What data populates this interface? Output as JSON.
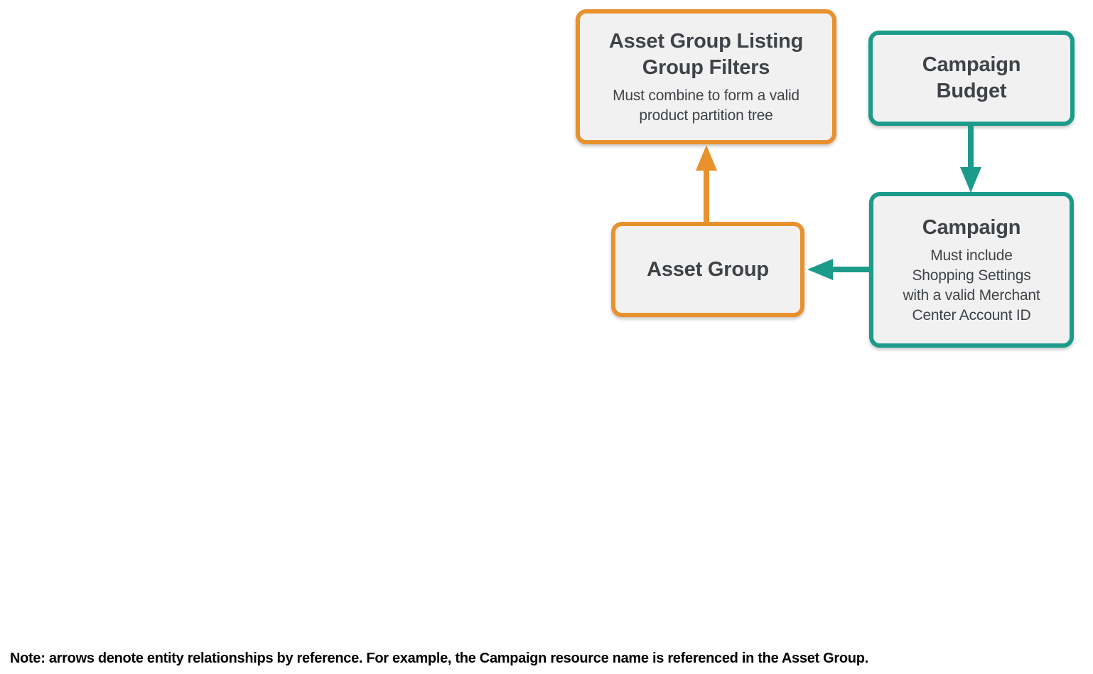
{
  "colors": {
    "orange": "#E8912D",
    "teal": "#1C9B8A",
    "node_fill": "#F1F1F2",
    "text": "#3F4347",
    "note": "#000000",
    "background": "#FFFFFF"
  },
  "nodes": {
    "asset_group_listing_group_filters": {
      "title": "Asset Group Listing\nGroup Filters",
      "subtitle": "Must combine to form a valid\nproduct partition tree",
      "accent": "orange"
    },
    "campaign_budget": {
      "title": "Campaign\nBudget",
      "accent": "teal"
    },
    "campaign": {
      "title": "Campaign",
      "subtitle": "Must include\nShopping Settings\nwith a valid Merchant\nCenter Account ID",
      "accent": "teal"
    },
    "asset_group": {
      "title": "Asset Group",
      "accent": "orange"
    }
  },
  "edges": [
    {
      "from": "asset_group",
      "to": "asset_group_listing_group_filters",
      "color": "orange",
      "direction": "up"
    },
    {
      "from": "campaign_budget",
      "to": "campaign",
      "color": "teal",
      "direction": "down"
    },
    {
      "from": "campaign",
      "to": "asset_group",
      "color": "teal",
      "direction": "left"
    }
  ],
  "note": "Note: arrows denote entity relationships by reference. For example, the Campaign resource name is referenced in the Asset Group."
}
